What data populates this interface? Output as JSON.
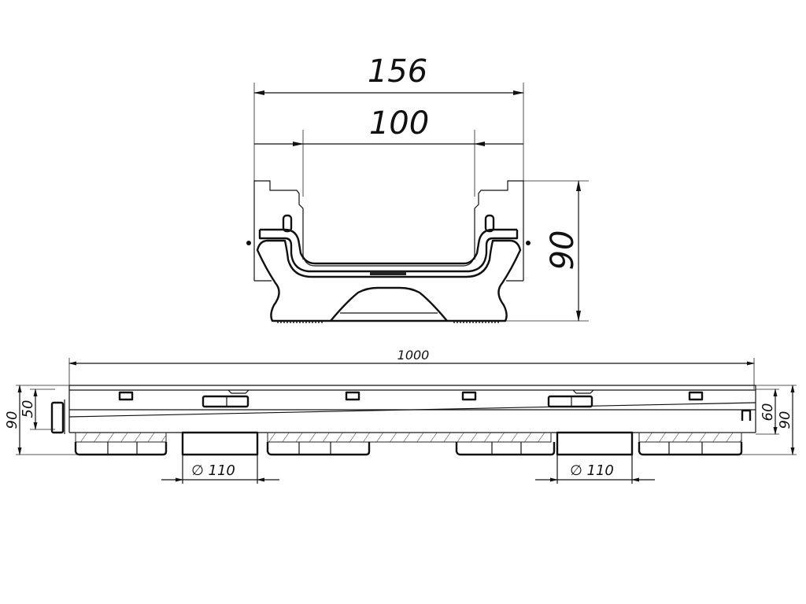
{
  "cross_section": {
    "outer_width": "156",
    "inner_width": "100",
    "height": "90"
  },
  "side_view": {
    "length": "1000",
    "left_height_total": "90",
    "left_height_channel": "50",
    "right_height_channel": "60",
    "right_height_total": "90",
    "outlet_left": "∅ 110",
    "outlet_right": "∅ 110"
  }
}
